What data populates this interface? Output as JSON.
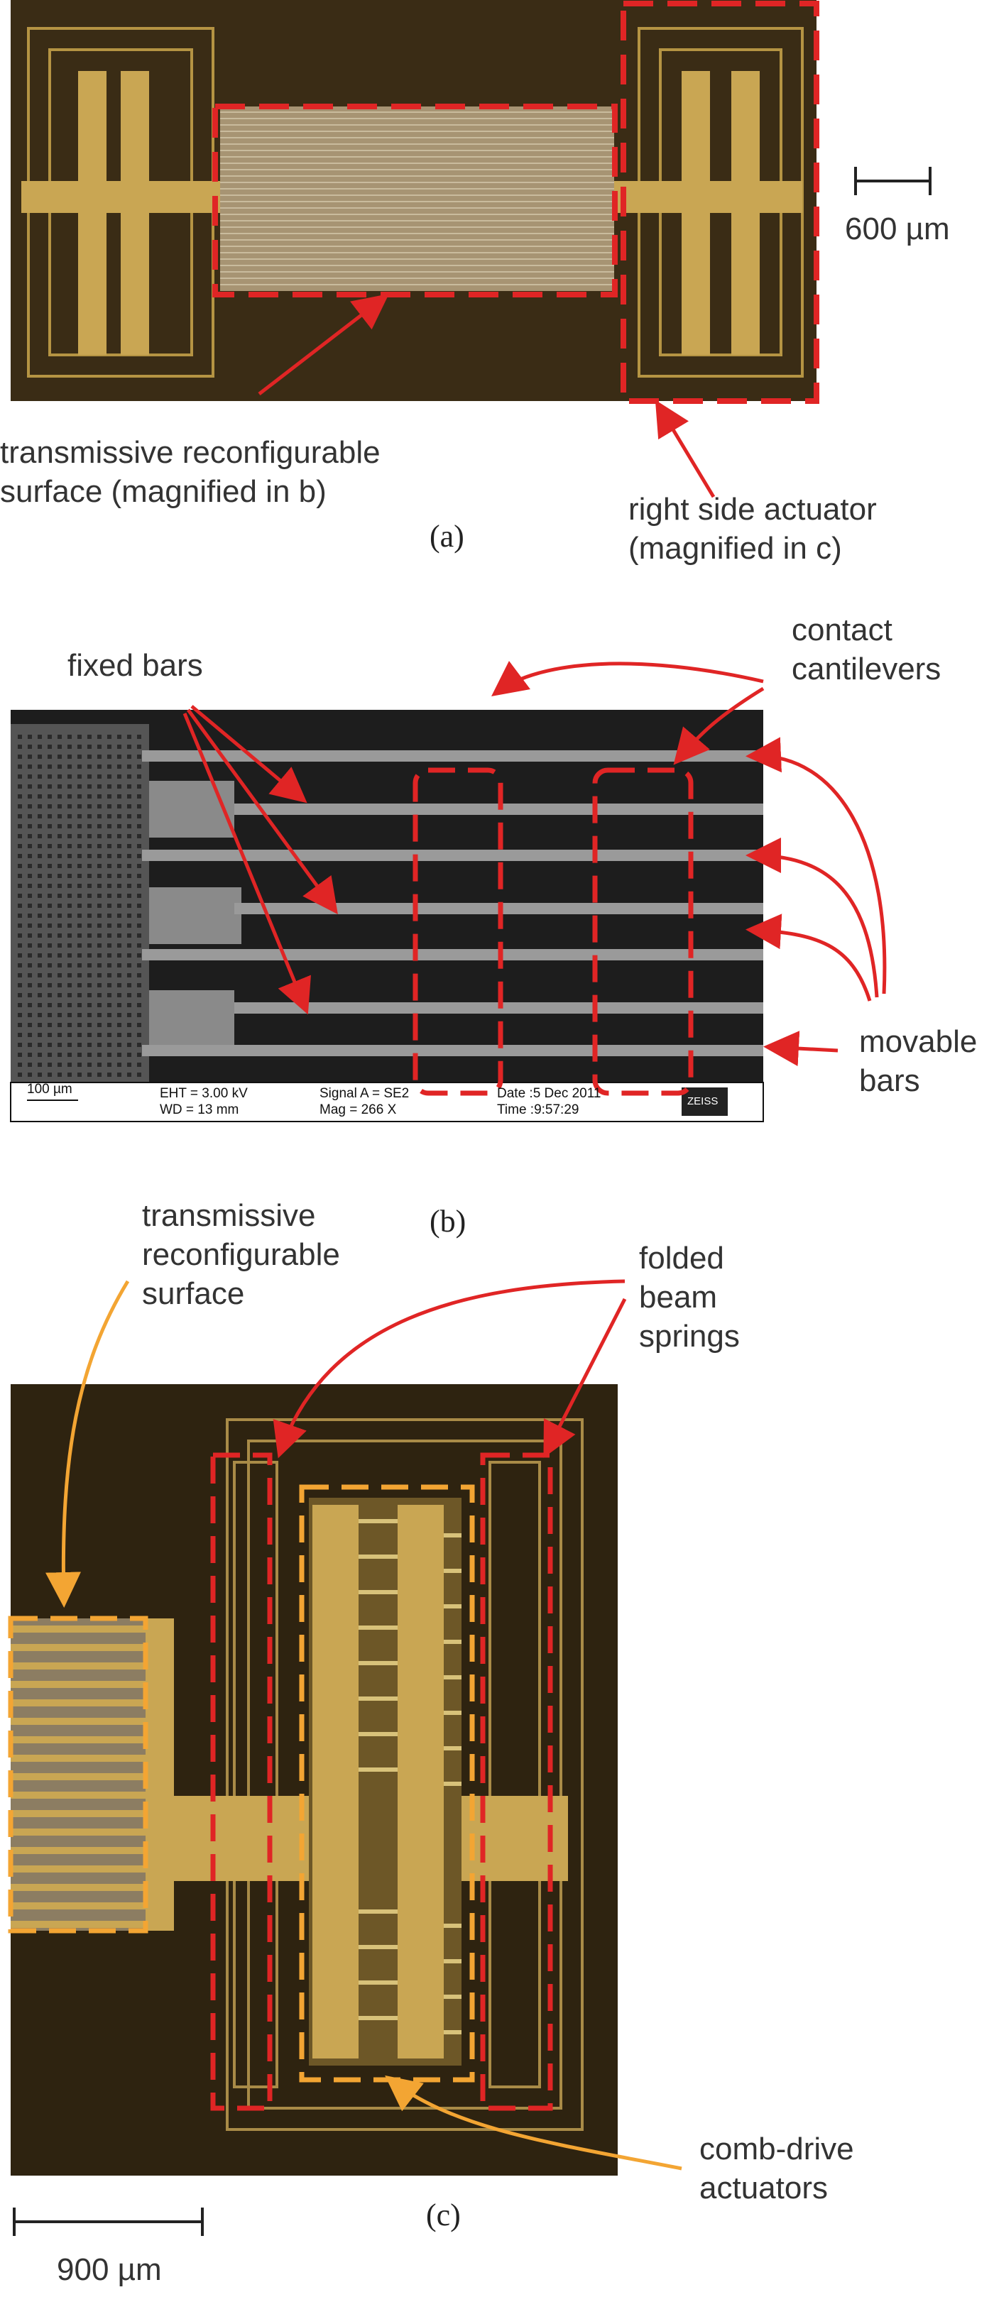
{
  "colors": {
    "background": "#ffffff",
    "micrograph_gold": "#c9a653",
    "micrograph_dark": "#3a2c15",
    "sem_dark": "#1d1d1d",
    "sem_bar": "#9a9a9a",
    "red_annotation": "#e02525",
    "orange_annotation": "#f3a533",
    "text": "#333333"
  },
  "panel_a": {
    "caption": "(a)",
    "scale_label": "600 µm",
    "annotation_surface": "transmissive reconfigurable\nsurface (magnified in b)",
    "annotation_actuator": "right side actuator\n(magnified in c)"
  },
  "panel_b": {
    "caption": "(b)",
    "label_fixed": "fixed bars",
    "label_contact": "contact\ncantilevers",
    "label_movable": "movable\nbars",
    "info": {
      "scale": "100 µm",
      "eht": "EHT =  3.00 kV",
      "wd": "WD =  13 mm",
      "signal": "Signal A = SE2",
      "mag": "Mag =   266 X",
      "date": "Date :5 Dec 2011",
      "time": "Time :9:57:29",
      "logo": "ZEISS"
    }
  },
  "panel_c": {
    "caption": "(c)",
    "scale_label": "900 µm",
    "label_surface": "transmissive\nreconfigurable\nsurface",
    "label_springs": "folded\nbeam\nsprings",
    "label_comb": "comb-drive\nactuators"
  }
}
